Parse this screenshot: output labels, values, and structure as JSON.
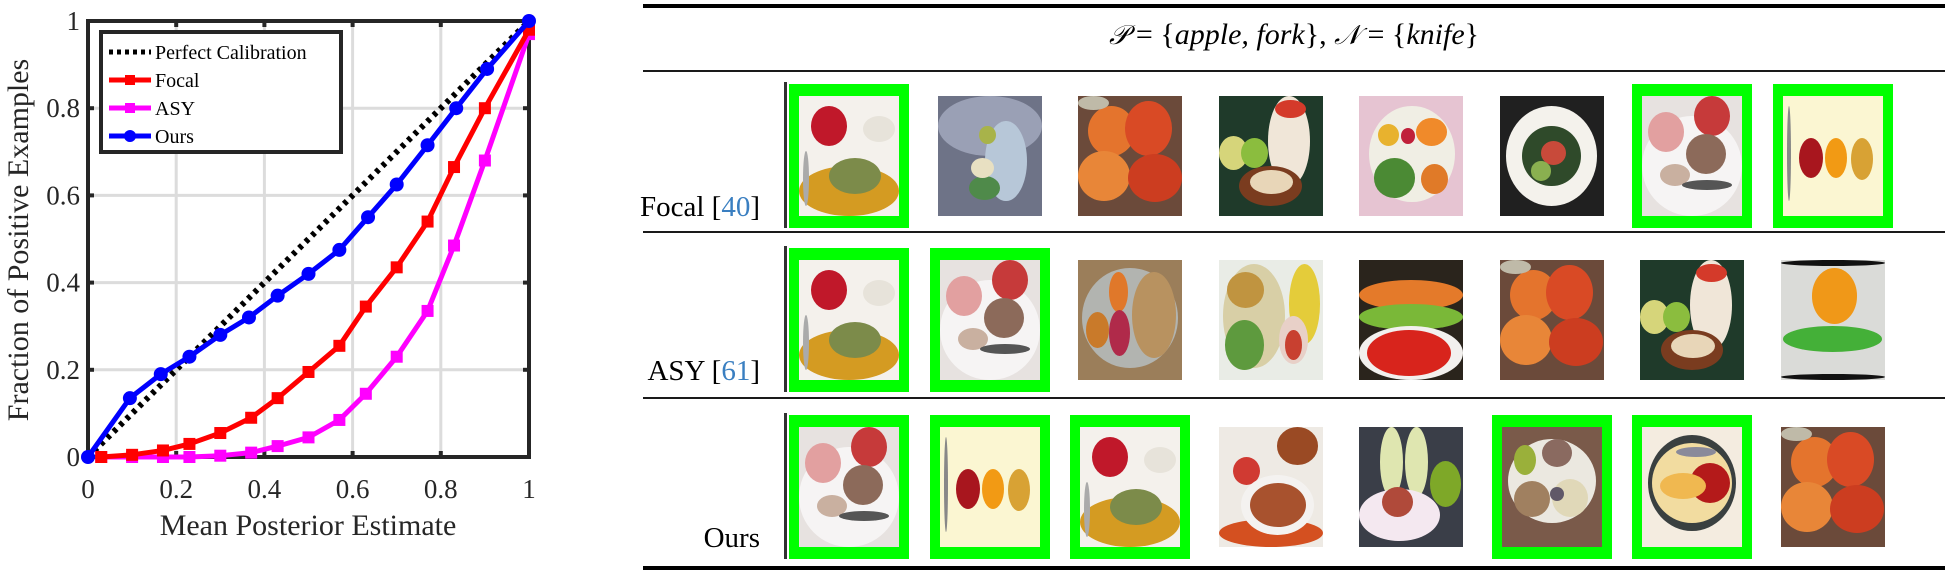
{
  "chart_data": {
    "type": "line",
    "title": "",
    "xlabel": "Mean Posterior Estimate",
    "ylabel": "Fraction of Positive Examples",
    "xlim": [
      0,
      1
    ],
    "ylim": [
      0,
      1
    ],
    "xticks": [
      "0",
      "0.2",
      "0.4",
      "0.6",
      "0.8",
      "1"
    ],
    "yticks": [
      "0",
      "0.2",
      "0.4",
      "0.6",
      "0.8",
      "1"
    ],
    "grid": true,
    "legend_position": "upper-left",
    "series": [
      {
        "name": "Perfect Calibration",
        "color": "#000000",
        "style": "dotted",
        "marker": "none",
        "x": [
          0,
          1
        ],
        "y": [
          0,
          1
        ]
      },
      {
        "name": "Focal",
        "color": "#ff0000",
        "style": "solid",
        "marker": "square",
        "x": [
          0.03,
          0.1,
          0.17,
          0.23,
          0.3,
          0.37,
          0.43,
          0.5,
          0.57,
          0.63,
          0.7,
          0.77,
          0.83,
          0.9,
          1.0
        ],
        "y": [
          0.0,
          0.005,
          0.015,
          0.03,
          0.055,
          0.09,
          0.135,
          0.195,
          0.255,
          0.345,
          0.435,
          0.54,
          0.665,
          0.8,
          0.98
        ]
      },
      {
        "name": "ASY",
        "color": "#ff00ff",
        "style": "solid",
        "marker": "square",
        "x": [
          0.03,
          0.1,
          0.17,
          0.23,
          0.3,
          0.37,
          0.43,
          0.5,
          0.57,
          0.63,
          0.7,
          0.77,
          0.83,
          0.9,
          1.0
        ],
        "y": [
          0.0,
          0.0,
          0.0,
          0.0,
          0.003,
          0.01,
          0.025,
          0.045,
          0.085,
          0.145,
          0.23,
          0.335,
          0.485,
          0.68,
          0.97
        ]
      },
      {
        "name": "Ours",
        "color": "#0000ff",
        "style": "solid",
        "marker": "circle",
        "x": [
          0.0,
          0.095,
          0.165,
          0.23,
          0.3,
          0.365,
          0.43,
          0.5,
          0.57,
          0.635,
          0.7,
          0.77,
          0.835,
          0.905,
          1.0
        ],
        "y": [
          0.0,
          0.135,
          0.19,
          0.23,
          0.28,
          0.32,
          0.37,
          0.42,
          0.475,
          0.55,
          0.625,
          0.715,
          0.8,
          0.89,
          1.0
        ]
      }
    ]
  },
  "table": {
    "header": {
      "p_symbol": "𝒫",
      "eq1": " = {",
      "p_items": "apple, fork",
      "close1": "}, ",
      "n_symbol": "𝒩",
      "eq2": " = {",
      "n_items": "knife",
      "close2": "}"
    },
    "highlight_color": "#00ff00",
    "cite_color": "#3a7fc1",
    "rows": [
      {
        "method": "Focal",
        "cite_open": " [",
        "cite": "40",
        "cite_close": "]",
        "images": [
          {
            "name": "apple-quinoa-fork",
            "hit": true
          },
          {
            "name": "picnic-lunchbox",
            "hit": false
          },
          {
            "name": "apple-pile",
            "hit": false
          },
          {
            "name": "oat-box-apples",
            "hit": false
          },
          {
            "name": "bento-box",
            "hit": false
          },
          {
            "name": "salad-bowl",
            "hit": false
          },
          {
            "name": "apple-cake-fork",
            "hit": true
          },
          {
            "name": "fork-apple-orange-onion",
            "hit": true
          }
        ]
      },
      {
        "method": "ASY",
        "cite_open": " [",
        "cite": "61",
        "cite_close": "]",
        "images": [
          {
            "name": "apple-quinoa-fork",
            "hit": true
          },
          {
            "name": "apple-cake-fork",
            "hit": true
          },
          {
            "name": "lunch-container-sandwich",
            "hit": false
          },
          {
            "name": "lunchbox-banana",
            "hit": false
          },
          {
            "name": "market-tomatoes",
            "hit": false
          },
          {
            "name": "apple-pile",
            "hit": false
          },
          {
            "name": "oat-box-apples",
            "hit": false
          },
          {
            "name": "orange-spork",
            "hit": false
          }
        ]
      },
      {
        "method": "Ours",
        "cite_open": "",
        "cite": "",
        "cite_close": "",
        "images": [
          {
            "name": "apple-cake-fork",
            "hit": true
          },
          {
            "name": "fork-apple-orange-onion",
            "hit": true
          },
          {
            "name": "apple-quinoa-fork",
            "hit": true
          },
          {
            "name": "applesauce-bowl",
            "hit": false
          },
          {
            "name": "cider-bottles-apple",
            "hit": false
          },
          {
            "name": "tray-meal",
            "hit": true
          },
          {
            "name": "plate-apple-slices-fork",
            "hit": true
          },
          {
            "name": "apple-pile",
            "hit": false
          }
        ]
      }
    ]
  }
}
